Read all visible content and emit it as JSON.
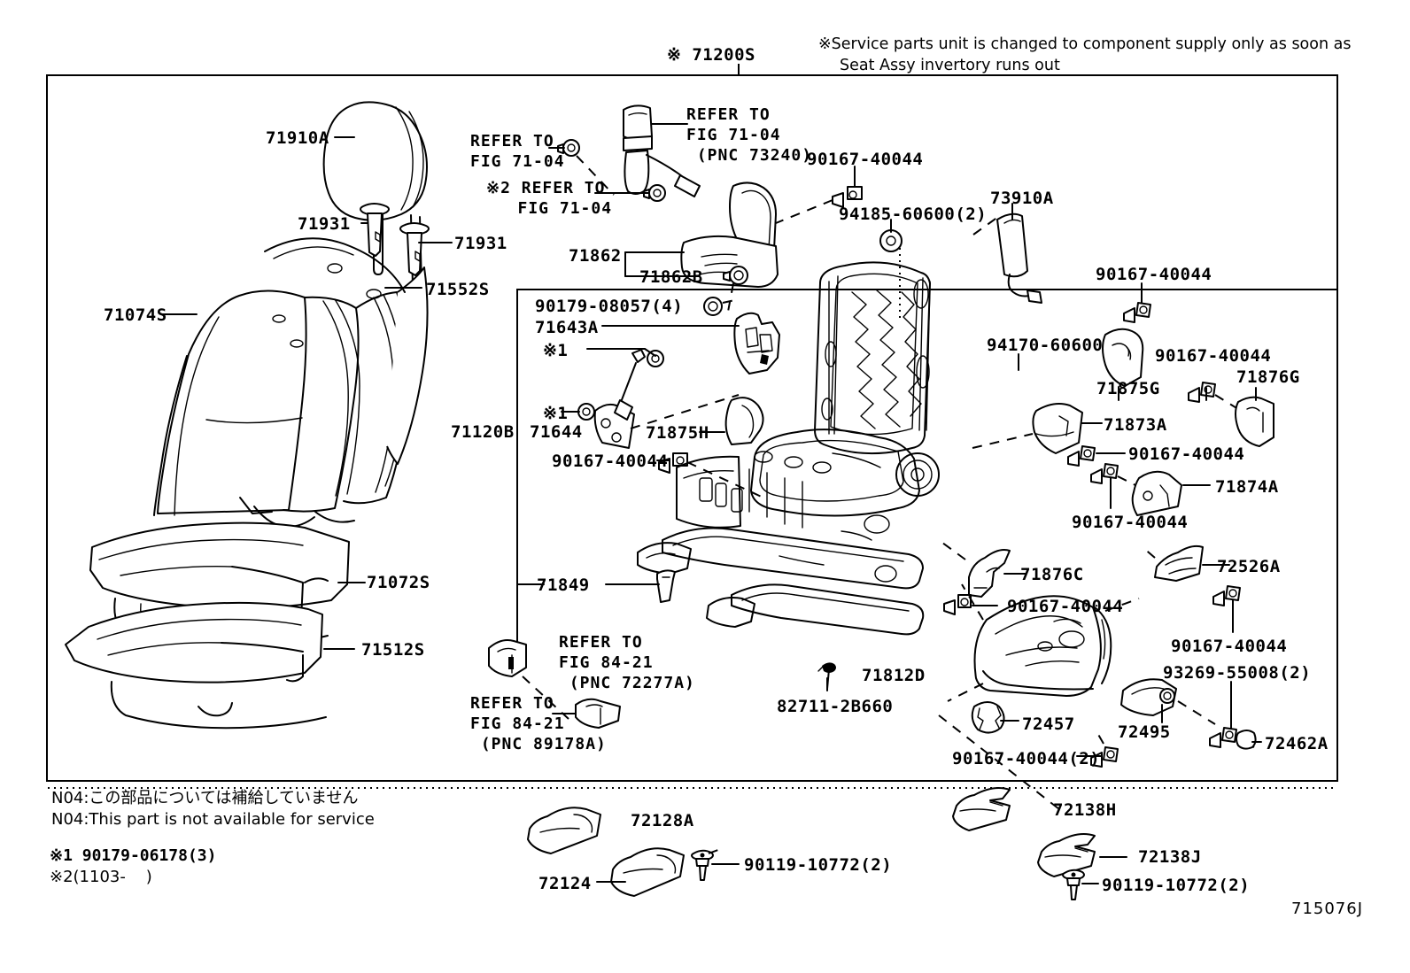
{
  "figure": {
    "id": "715076J",
    "top_left_callout": "※ 71200S",
    "header_note_line1": "※Service parts unit is changed to component supply only as soon as",
    "header_note_line2": "Seat Assy invertory runs out"
  },
  "footnotes": {
    "n04_jp": "N04:この部品については補給していません",
    "n04_en": "N04:This part is not available for service",
    "mark1": "※1 90179-06178(3)",
    "mark2": "※2(1103-    )"
  },
  "callouts": [
    {
      "id": "c-71910a",
      "text": "71910A"
    },
    {
      "id": "c-71931-l",
      "text": "71931"
    },
    {
      "id": "c-71931-r",
      "text": "71931"
    },
    {
      "id": "c-71074s",
      "text": "71074S"
    },
    {
      "id": "c-71552s",
      "text": "71552S"
    },
    {
      "id": "c-71072s",
      "text": "71072S"
    },
    {
      "id": "c-71512s",
      "text": "71512S"
    },
    {
      "id": "c-refer-7104-a",
      "text": "REFER TO\nFIG 71-04"
    },
    {
      "id": "c-refer-7104-b",
      "text": "※2 REFER TO\n   FIG 71-04"
    },
    {
      "id": "c-refer-7104-pnc",
      "text": "REFER TO\nFIG 71-04\n (PNC 73240)"
    },
    {
      "id": "c-71862",
      "text": "71862"
    },
    {
      "id": "c-71862b",
      "text": "71862B"
    },
    {
      "id": "c-90167-a",
      "text": "90167-40044"
    },
    {
      "id": "c-94185",
      "text": "94185-60600(2)"
    },
    {
      "id": "c-73910a",
      "text": "73910A"
    },
    {
      "id": "c-90167-b",
      "text": "90167-40044"
    },
    {
      "id": "c-94170",
      "text": "94170-60600"
    },
    {
      "id": "c-71875g",
      "text": "71875G"
    },
    {
      "id": "c-90167-c",
      "text": "90167-40044"
    },
    {
      "id": "c-71876g",
      "text": "71876G"
    },
    {
      "id": "c-71873a",
      "text": "71873A"
    },
    {
      "id": "c-90167-d",
      "text": "90167-40044"
    },
    {
      "id": "c-71874a",
      "text": "71874A"
    },
    {
      "id": "c-90167-e",
      "text": "90167-40044"
    },
    {
      "id": "c-90179",
      "text": "90179-08057(4)"
    },
    {
      "id": "c-71643a",
      "text": "71643A"
    },
    {
      "id": "c-mark1-a",
      "text": "※1"
    },
    {
      "id": "c-mark1-b",
      "text": "※1"
    },
    {
      "id": "c-71120b",
      "text": "71120B"
    },
    {
      "id": "c-71644",
      "text": "71644"
    },
    {
      "id": "c-71875h",
      "text": "71875H"
    },
    {
      "id": "c-90167-f",
      "text": "90167-40044"
    },
    {
      "id": "c-71849",
      "text": "71849"
    },
    {
      "id": "c-71876c",
      "text": "71876C"
    },
    {
      "id": "c-90167-g",
      "text": "90167-40044"
    },
    {
      "id": "c-72526a",
      "text": "72526A"
    },
    {
      "id": "c-90167-h",
      "text": "90167-40044"
    },
    {
      "id": "c-93269",
      "text": "93269-55008(2)"
    },
    {
      "id": "c-71812d",
      "text": "71812D"
    },
    {
      "id": "c-72457",
      "text": "72457"
    },
    {
      "id": "c-72495",
      "text": "72495"
    },
    {
      "id": "c-72462a",
      "text": "72462A"
    },
    {
      "id": "c-90167-i",
      "text": "90167-40044(2)"
    },
    {
      "id": "c-82711",
      "text": "82711-2B660"
    },
    {
      "id": "c-refer-8421-a",
      "text": "REFER TO\nFIG 84-21\n (PNC 72277A)"
    },
    {
      "id": "c-refer-8421-b",
      "text": "REFER TO\nFIG 84-21\n (PNC 89178A)"
    },
    {
      "id": "c-72128a",
      "text": "72128A"
    },
    {
      "id": "c-72124",
      "text": "72124"
    },
    {
      "id": "c-90119-a",
      "text": "90119-10772(2)"
    },
    {
      "id": "c-72138h",
      "text": "72138H"
    },
    {
      "id": "c-72138j",
      "text": "72138J"
    },
    {
      "id": "c-90119-b",
      "text": "90119-10772(2)"
    }
  ]
}
